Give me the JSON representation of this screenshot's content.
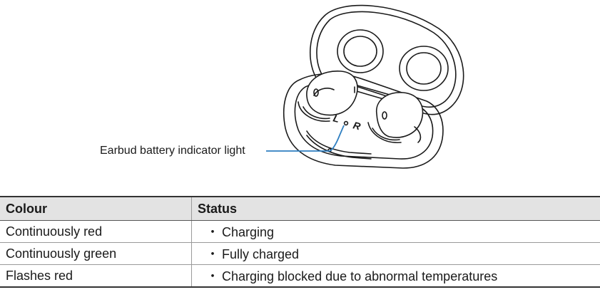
{
  "figure": {
    "callout_label": "Earbud battery indicator light",
    "case_letters": {
      "left": "L",
      "right": "R"
    },
    "line_color": "#1a1a1a",
    "callout_color": "#2f7fc1"
  },
  "table": {
    "headers": {
      "colour": "Colour",
      "status": "Status"
    },
    "bullet": "・",
    "rows": [
      {
        "colour": "Continuously red",
        "status": "Charging"
      },
      {
        "colour": "Continuously green",
        "status": "Fully charged"
      },
      {
        "colour": "Flashes red",
        "status": "Charging blocked due to abnormal temperatures"
      }
    ],
    "header_background": "#e3e3e3"
  }
}
